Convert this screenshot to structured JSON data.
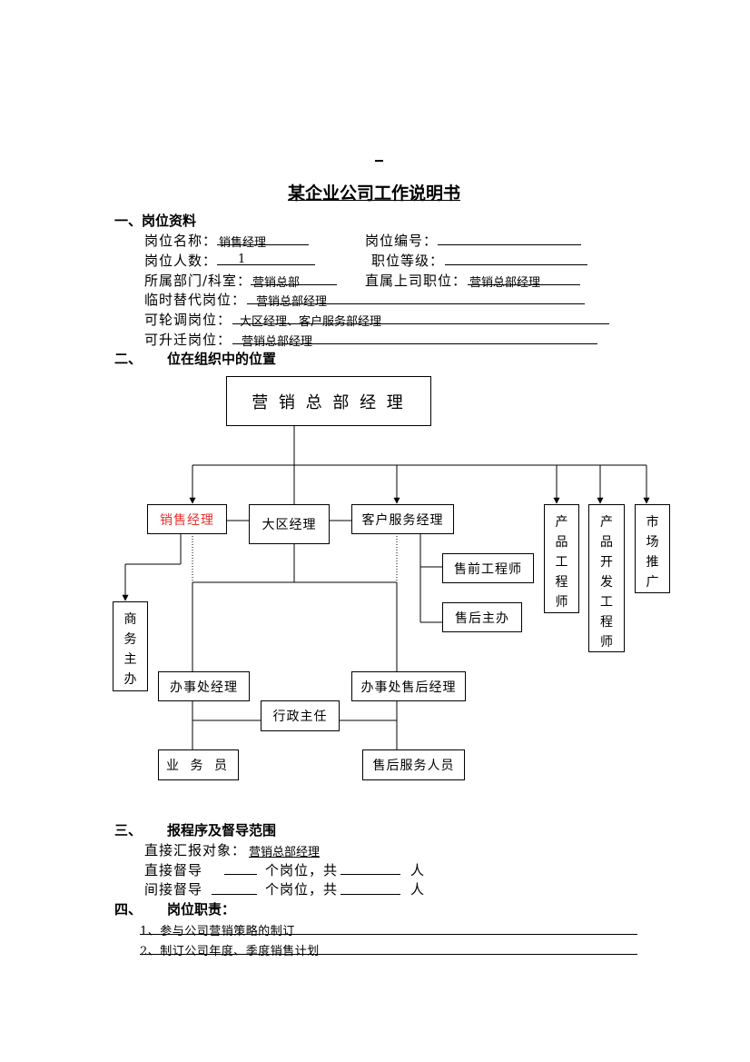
{
  "title": "某企业公司工作说明书",
  "sections": {
    "s1": "一、岗位资料",
    "s2_num": "二、",
    "s2": "位在组织中的位置",
    "s3_num": "三、",
    "s3": "报程序及督导范围",
    "s4_num": "四、",
    "s4": "岗位职责："
  },
  "position_info": {
    "name_label": "岗位名称：",
    "name_value": "销售经理",
    "code_label": "岗位编号：",
    "count_label": "岗位人数：",
    "count_value": "1",
    "grade_label": "职位等级：",
    "dept_label": "所属部门/科室：",
    "dept_value": "营销总部",
    "superior_label": "直属上司职位：",
    "superior_value": "营销总部经理",
    "substitute_label": "临时替代岗位：",
    "substitute_value": "营销总部经理",
    "rotation_label": "可轮调岗位：",
    "rotation_value": "大区经理、客户服务部经理",
    "promotion_label": "可升迁岗位：",
    "promotion_value": "营销总部经理"
  },
  "org_chart": {
    "top": "营 销 总 部 经 理",
    "sales_manager": "销售经理",
    "regional_manager": "大区经理",
    "customer_service_manager": "客户服务经理",
    "product_engineer": [
      "产",
      "品",
      "工",
      "程",
      "师"
    ],
    "product_dev_engineer": [
      "产",
      "品",
      "开",
      "发",
      "工",
      "程",
      "师"
    ],
    "market_promotion": [
      "市",
      "场",
      "推",
      "广"
    ],
    "business_director": [
      "商",
      "务",
      "主",
      "办"
    ],
    "presales_engineer": "售前工程师",
    "aftersales_director": "售后主办",
    "office_manager": "办事处经理",
    "office_aftersales_manager": "办事处售后经理",
    "admin_director": "行政主任",
    "salesperson": "业 务 员",
    "aftersales_staff": "售后服务人员",
    "highlight_color": "#e8302f"
  },
  "reporting": {
    "direct_report_label": "直接汇报对象：",
    "direct_report_value": "营销总部经理",
    "direct_supervise_label": "直接督导",
    "indirect_supervise_label": "间接督导",
    "positions_text": "个岗位，共",
    "people_unit": "人"
  },
  "duties": [
    "1、参与公司营销策略的制订",
    "2、制订公司年度、季度销售计划"
  ]
}
